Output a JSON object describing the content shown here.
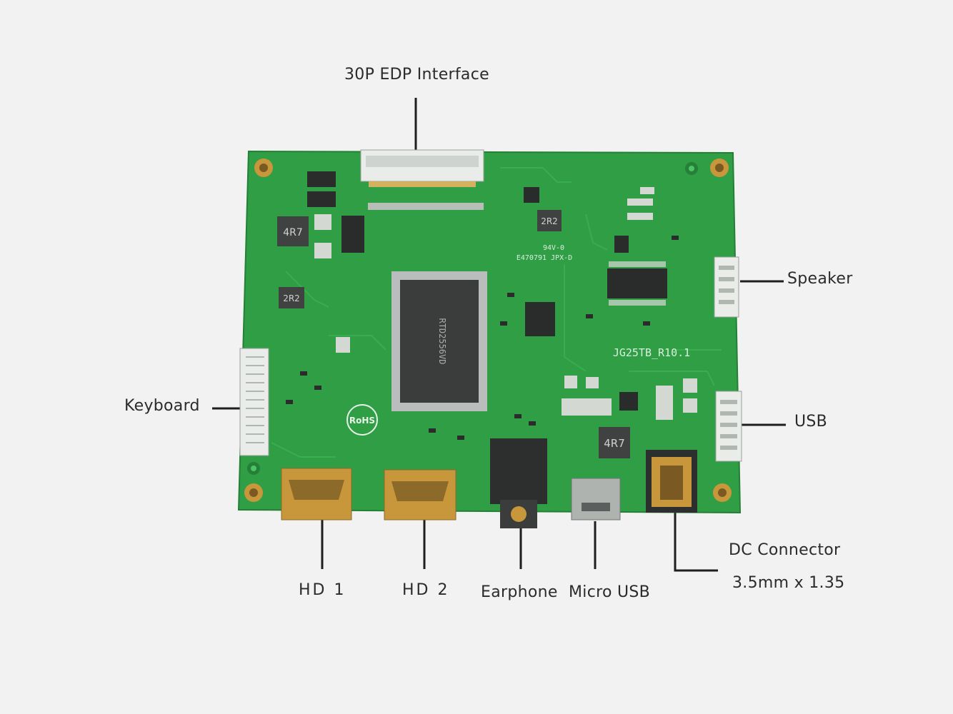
{
  "labels": {
    "edp": "30P EDP Interface",
    "speaker": "Speaker",
    "usb": "USB",
    "keyboard": "Keyboard",
    "hd1": "HD 1",
    "hd2": "HD 2",
    "earphone": "Earphone",
    "micro_usb": "Micro USB",
    "dc_connector": "DC Connector",
    "dc_size": "3.5mm x 1.35"
  },
  "board": {
    "silkscreen_model": "JG25TB_R10.1",
    "chip_marking": "RTD2556VD",
    "rohs": "RoHS",
    "inductor_1": "4R7",
    "inductor_2": "2R2",
    "inductor_3": "2R2",
    "inductor_4": "4R7",
    "board_code": "E470791 JPX-D",
    "rating": "94V-0"
  },
  "colors": {
    "pcb": "#2f9e44",
    "pcb_dark": "#257f36",
    "connector_white": "#e9ece9",
    "gold": "#c9973b",
    "chip": "#3a3d3c"
  }
}
